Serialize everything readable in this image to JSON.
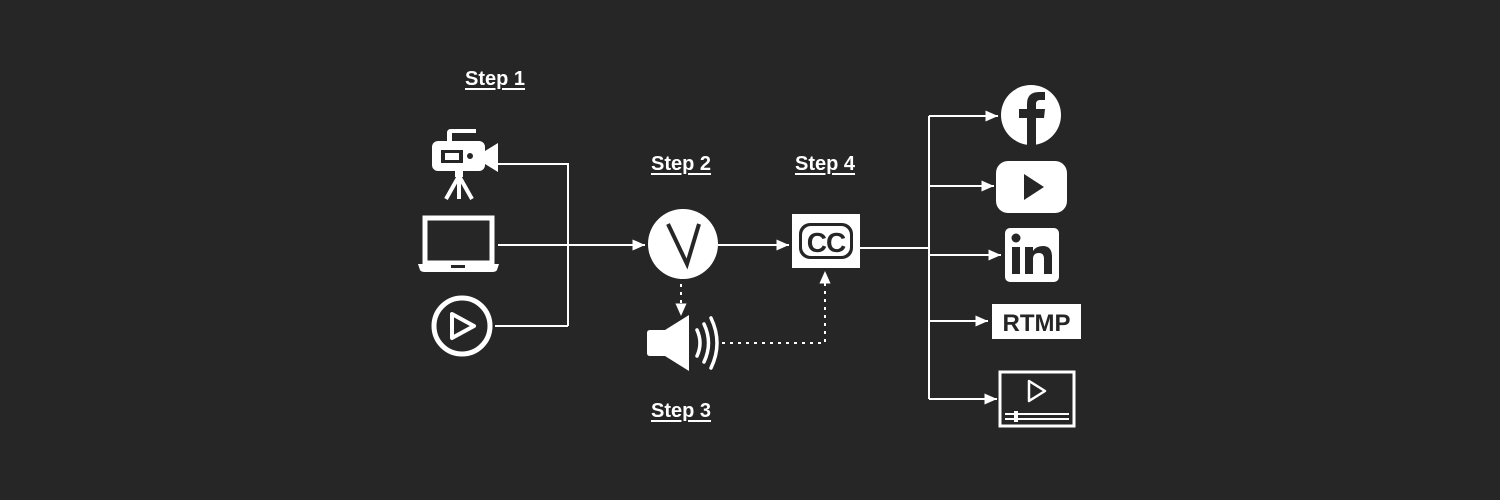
{
  "steps": {
    "step1": "Step 1",
    "step2": "Step 2",
    "step3": "Step 3",
    "step4": "Step 4"
  },
  "icons": {
    "sources": [
      "video-camera-icon",
      "laptop-icon",
      "play-circle-icon"
    ],
    "processor": "v-logo-icon",
    "audio": "speaker-icon",
    "captions": "closed-captions-icon",
    "cc_text": "CC",
    "destinations": [
      "facebook-icon",
      "youtube-icon",
      "linkedin-icon",
      "rtmp-icon",
      "video-player-icon"
    ],
    "rtmp_text": "RTMP",
    "linkedin_text": "in"
  },
  "colors": {
    "background": "#262626",
    "foreground": "#ffffff"
  }
}
